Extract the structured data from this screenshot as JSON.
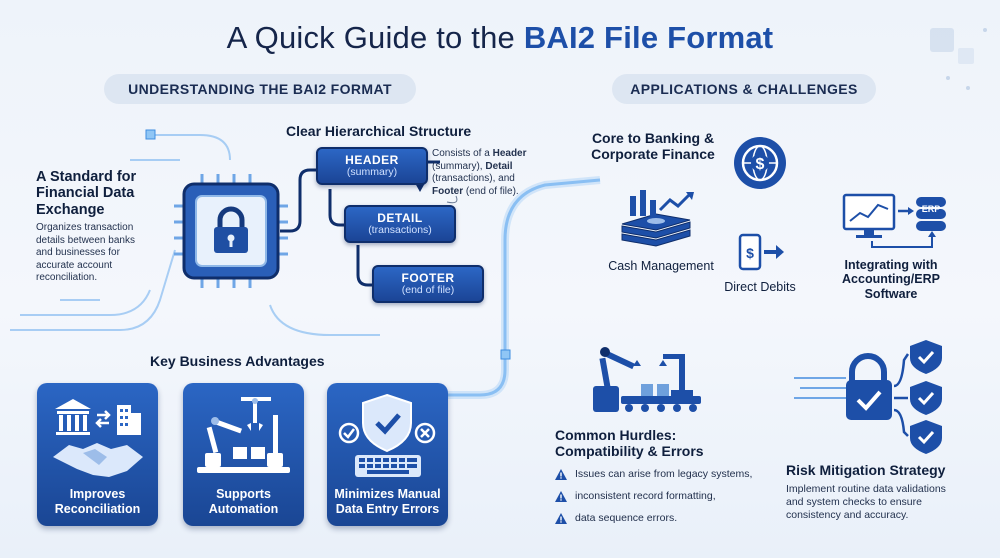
{
  "title": {
    "prefix": "A Quick Guide to the ",
    "highlight": "BAI2 File Format"
  },
  "left_section": {
    "header": "UNDERSTANDING THE BAI2 FORMAT"
  },
  "right_section": {
    "header": "APPLICATIONS & CHALLENGES"
  },
  "standard": {
    "heading": "A Standard for Financial Data Exchange",
    "description": "Organizes transaction details between banks and businesses for accurate account reconciliation."
  },
  "hierarchy": {
    "heading": "Clear Hierarchical Structure",
    "stages": [
      {
        "title": "HEADER",
        "subtitle": "(summary)"
      },
      {
        "title": "DETAIL",
        "subtitle": "(transactions)"
      },
      {
        "title": "FOOTER",
        "subtitle": "(end of file)"
      }
    ],
    "note": {
      "p1": "Consists of a ",
      "b1": "Header",
      "p2": " (summary), ",
      "b2": "Detail",
      "p3": " (transactions), and ",
      "b3": "Footer",
      "p4": " (end of file)."
    }
  },
  "advantages": {
    "heading": "Key Business Advantages",
    "cards": [
      {
        "label": "Improves Reconciliation",
        "icon": "bank-handshake-icon"
      },
      {
        "label": "Supports Automation",
        "icon": "robot-arms-icon"
      },
      {
        "label": "Minimizes Manual Data Entry Errors",
        "icon": "shield-keyboard-icon"
      }
    ]
  },
  "banking": {
    "heading": "Core to Banking & Corporate Finance",
    "items": [
      {
        "label": "Cash Management",
        "icon": "cash-stack-icon"
      },
      {
        "label": "Direct Debits",
        "icon": "phone-dollar-icon"
      },
      {
        "label": "Integrating with Accounting/ERP Software",
        "icon": "erp-monitor-icon"
      }
    ],
    "erp_badge": "ERP"
  },
  "hurdles": {
    "heading": "Common Hurdles: Compatibility & Errors",
    "items": [
      "Issues can arise from legacy systems,",
      "inconsistent record formatting,",
      "data sequence errors."
    ]
  },
  "risk": {
    "heading": "Risk Mitigation Strategy",
    "description": "Implement routine data validations and system checks to ensure consistency and accuracy."
  },
  "colors": {
    "primary": "#1d4fa8",
    "dark": "#0f1f3d",
    "card": "#2b66c4"
  }
}
